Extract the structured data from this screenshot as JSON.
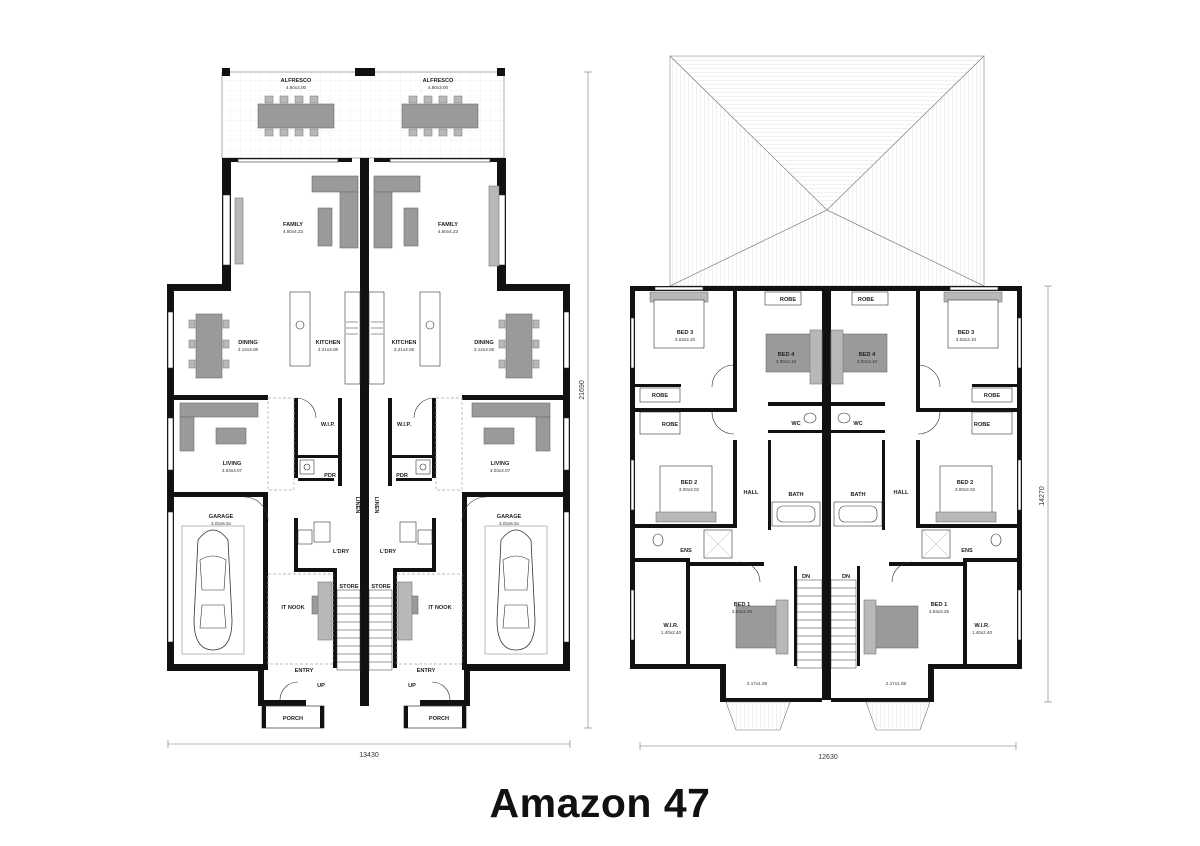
{
  "title": "Amazon 47",
  "ground_floor": {
    "overall_width": "13430",
    "overall_depth": "21690",
    "rooms": {
      "alfresco_left": {
        "name": "ALFRESCO",
        "size": "4.80x3.00"
      },
      "alfresco_right": {
        "name": "ALFRESCO",
        "size": "4.80x3.00"
      },
      "family_left": {
        "name": "FAMILY",
        "size": "4.50x4.23"
      },
      "family_right": {
        "name": "FAMILY",
        "size": "4.50x4.23"
      },
      "dining_left": {
        "name": "DINING",
        "size": "3.12x3.06"
      },
      "dining_right": {
        "name": "DINING",
        "size": "3.12x3.06"
      },
      "kitchen_left": {
        "name": "KITCHEN",
        "size": "3.21x3.06"
      },
      "kitchen_right": {
        "name": "KITCHEN",
        "size": "3.21x3.06"
      },
      "wip_left": {
        "name": "W.I.P."
      },
      "wip_right": {
        "name": "W.I.P."
      },
      "living_left": {
        "name": "LIVING",
        "size": "3.03x3.07"
      },
      "living_right": {
        "name": "LIVING",
        "size": "3.03x3.07"
      },
      "pdr_left": {
        "name": "PDR"
      },
      "pdr_right": {
        "name": "PDR"
      },
      "linen_left": {
        "name": "LINEN"
      },
      "linen_right": {
        "name": "LINEN"
      },
      "garage_left": {
        "name": "GARAGE",
        "size": "3.02x6.5x"
      },
      "garage_right": {
        "name": "GARAGE",
        "size": "3.02x6.5x"
      },
      "ldry_left": {
        "name": "L'DRY"
      },
      "ldry_right": {
        "name": "L'DRY"
      },
      "store_left": {
        "name": "STORE"
      },
      "store_right": {
        "name": "STORE"
      },
      "itnook_left": {
        "name": "IT NOOK"
      },
      "itnook_right": {
        "name": "IT NOOK"
      },
      "entry_left": {
        "name": "ENTRY"
      },
      "entry_right": {
        "name": "ENTRY"
      },
      "up_left": {
        "name": "UP"
      },
      "up_right": {
        "name": "UP"
      },
      "porch_left": {
        "name": "PORCH"
      },
      "porch_right": {
        "name": "PORCH"
      }
    }
  },
  "first_floor": {
    "overall_width": "12630",
    "overall_depth": "14270",
    "rooms": {
      "bed3_left": {
        "name": "BED 3",
        "size": "3.03x3.10"
      },
      "bed3_right": {
        "name": "BED 3",
        "size": "3.03x3.10"
      },
      "bed4_left": {
        "name": "BED 4",
        "size": "3.00x3.10"
      },
      "bed4_right": {
        "name": "BED 4",
        "size": "3.00x3.10"
      },
      "robe_top_left": {
        "name": "ROBE"
      },
      "robe_top_right": {
        "name": "ROBE"
      },
      "robe_a_left": {
        "name": "ROBE"
      },
      "robe_b_left": {
        "name": "ROBE"
      },
      "robe_a_right": {
        "name": "ROBE"
      },
      "robe_b_right": {
        "name": "ROBE"
      },
      "wc_left": {
        "name": "WC"
      },
      "wc_right": {
        "name": "WC"
      },
      "bed2_left": {
        "name": "BED 2",
        "size": "3.00x3.02"
      },
      "bed2_right": {
        "name": "BED 2",
        "size": "3.00x3.02"
      },
      "hall_left": {
        "name": "HALL"
      },
      "hall_right": {
        "name": "HALL"
      },
      "bath_left": {
        "name": "BATH"
      },
      "bath_right": {
        "name": "BATH"
      },
      "ens_left": {
        "name": "ENS"
      },
      "ens_right": {
        "name": "ENS"
      },
      "dn_left": {
        "name": "DN"
      },
      "dn_right": {
        "name": "DN"
      },
      "bed1_left": {
        "name": "BED 1",
        "size": "3.53x3.26"
      },
      "bed1_right": {
        "name": "BED 1",
        "size": "3.53x3.26"
      },
      "wir_left": {
        "name": "W.I.R.",
        "size": "1.40x2.40"
      },
      "wir_right": {
        "name": "W.I.R.",
        "size": "1.40x2.40"
      },
      "bay_left": {
        "size": "2.17x1.08"
      },
      "bay_right": {
        "size": "2.17x1.08"
      }
    }
  }
}
